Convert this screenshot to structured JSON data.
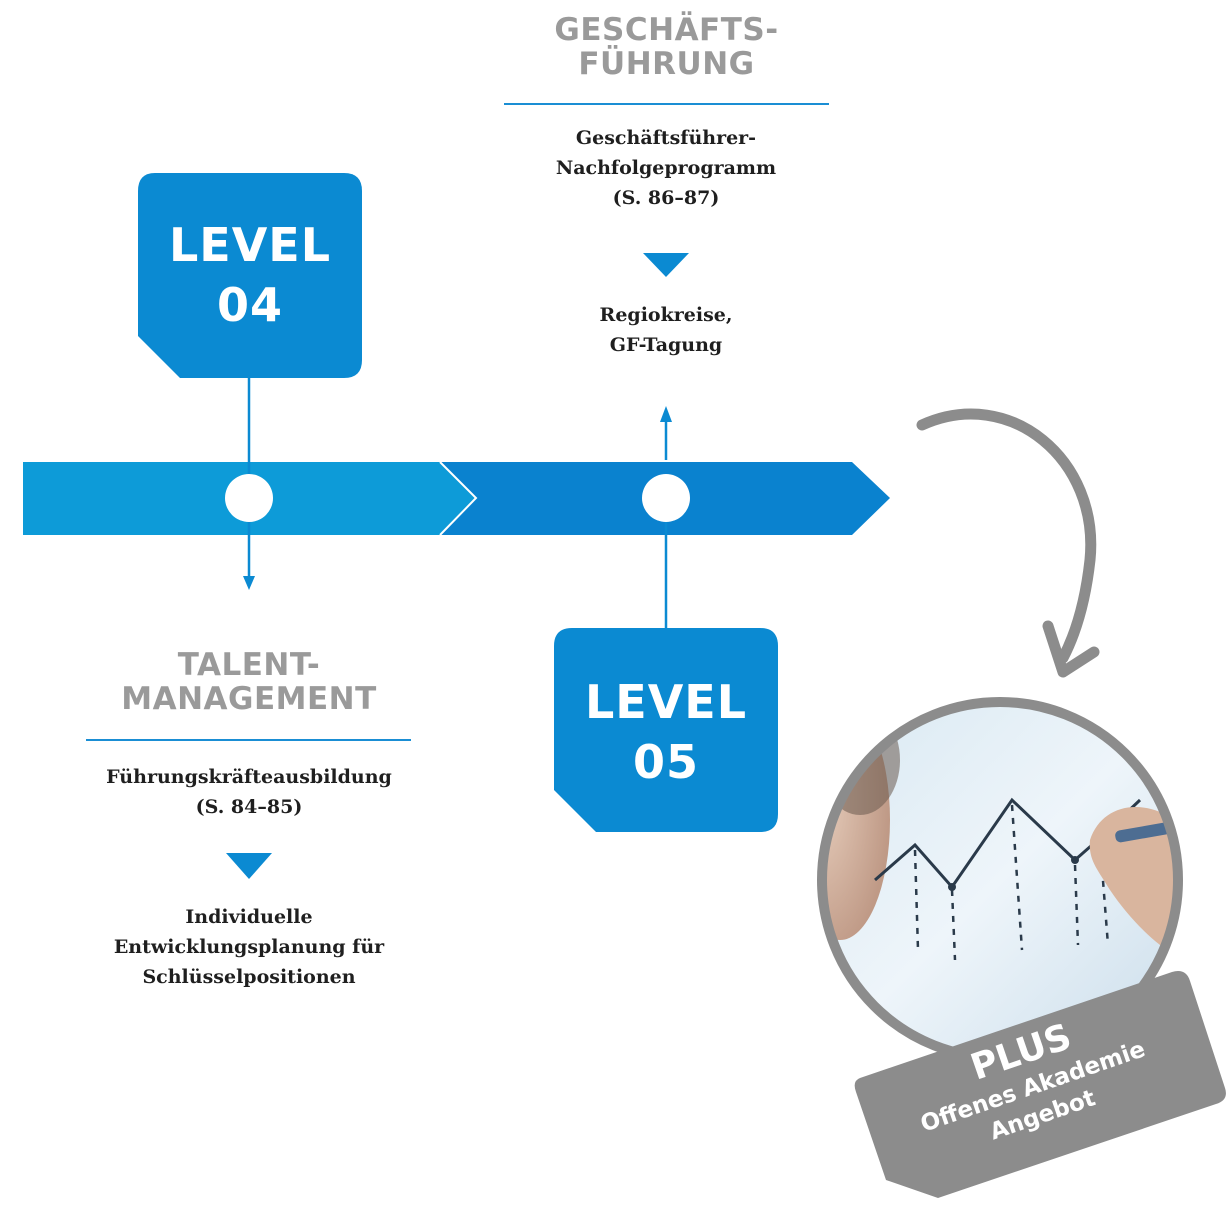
{
  "level_04": {
    "line1": "LEVEL",
    "line2": "04"
  },
  "level_05": {
    "line1": "LEVEL",
    "line2": "05"
  },
  "geschaeftsfuehrung": {
    "heading_line1": "GESCHÄFTS-",
    "heading_line2": "FÜHRUNG",
    "program_lines": [
      "Geschäftsführer-",
      "Nachfolgeprogramm",
      "(S. 86–87)"
    ],
    "followup_lines": [
      "Regiokreise,",
      "GF-Tagung"
    ]
  },
  "talentmanagement": {
    "heading_line1": "TALENT-",
    "heading_line2": "MANAGEMENT",
    "program_lines": [
      "Führungskräfteausbildung",
      "(S. 84–85)"
    ],
    "followup_lines": [
      "Individuelle",
      "Entwicklungsplanung für",
      "Schlüsselpositionen"
    ]
  },
  "plus_badge": {
    "line1": "PLUS",
    "line2": "Offenes Akademie",
    "line3": "Angebot"
  },
  "colors": {
    "level_blue": "#0b8ad2",
    "arrow_left": "#0d9bd8",
    "arrow_right": "#0a82cf",
    "category_gray": "#9a9a9a",
    "badge_gray": "#8c8c8c",
    "rule_blue": "#1a8ed4"
  },
  "icons": {
    "down_triangle": "triangle-down-icon",
    "curved_arrow": "curved-arrow-icon"
  }
}
